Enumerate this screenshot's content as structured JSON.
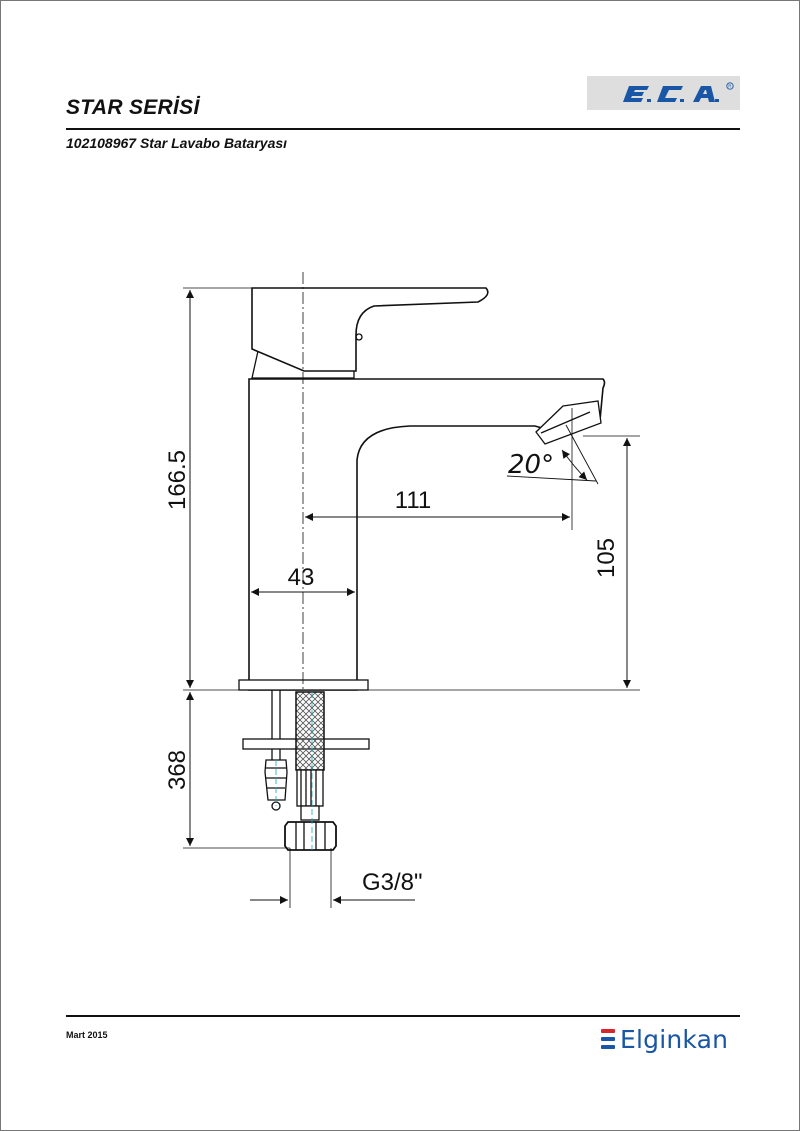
{
  "header": {
    "series_title": "STAR SERİSİ",
    "product_title": "102108967 Star Lavabo Bataryası",
    "brand_logo": "E.C.A.",
    "registered_mark": "®"
  },
  "drawing": {
    "dimensions": {
      "total_height": "166.5",
      "spout_reach": "111",
      "spout_height": "105",
      "body_width": "43",
      "hose_length": "368",
      "connection_thread": "G3/8\""
    },
    "spout_angle": "20°"
  },
  "footer": {
    "date": "Mart 2015",
    "company": "Elginkan",
    "company_mark_colors": [
      "#d8262c",
      "#1a56a6",
      "#1a56a6"
    ]
  }
}
